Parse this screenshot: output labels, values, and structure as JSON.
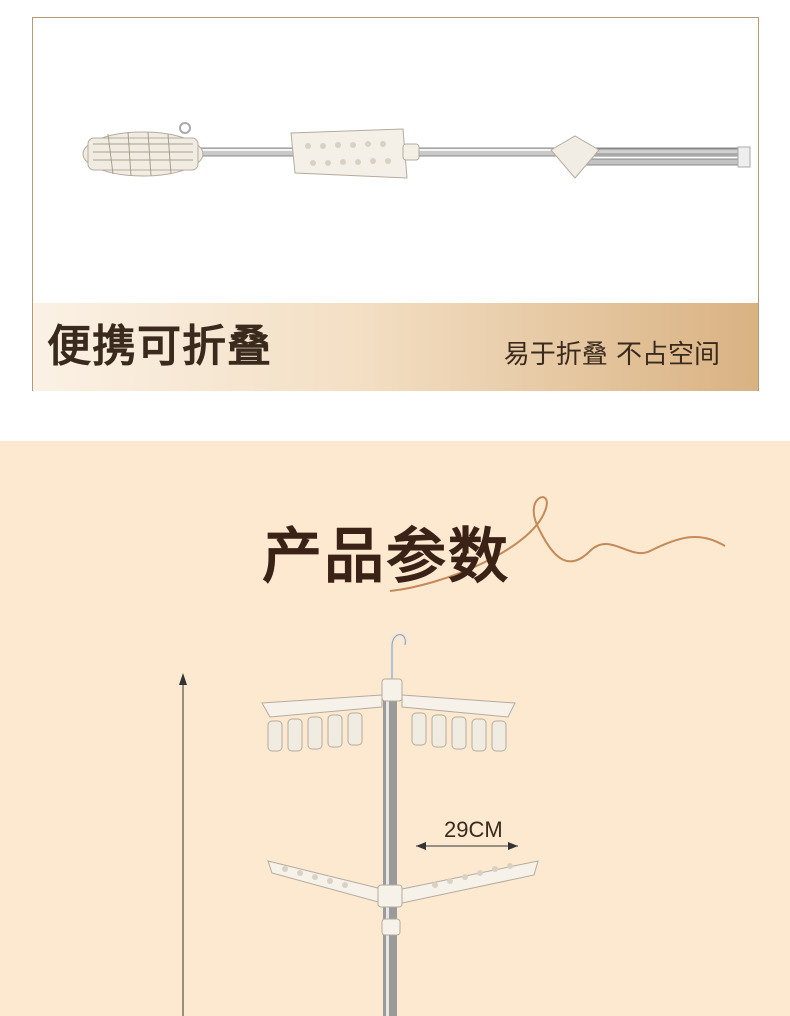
{
  "banner": {
    "title": "便携可折叠",
    "subtitle": "易于折叠 不占空间"
  },
  "params": {
    "section_title": "产品参数",
    "width_label": "29CM"
  },
  "colors": {
    "border": "#b59a76",
    "banner_start": "#fbf1e5",
    "banner_end": "#d9b282",
    "section_bg": "#fce9d0",
    "text_dark": "#3a2316",
    "swirl": "#c48a5a"
  }
}
